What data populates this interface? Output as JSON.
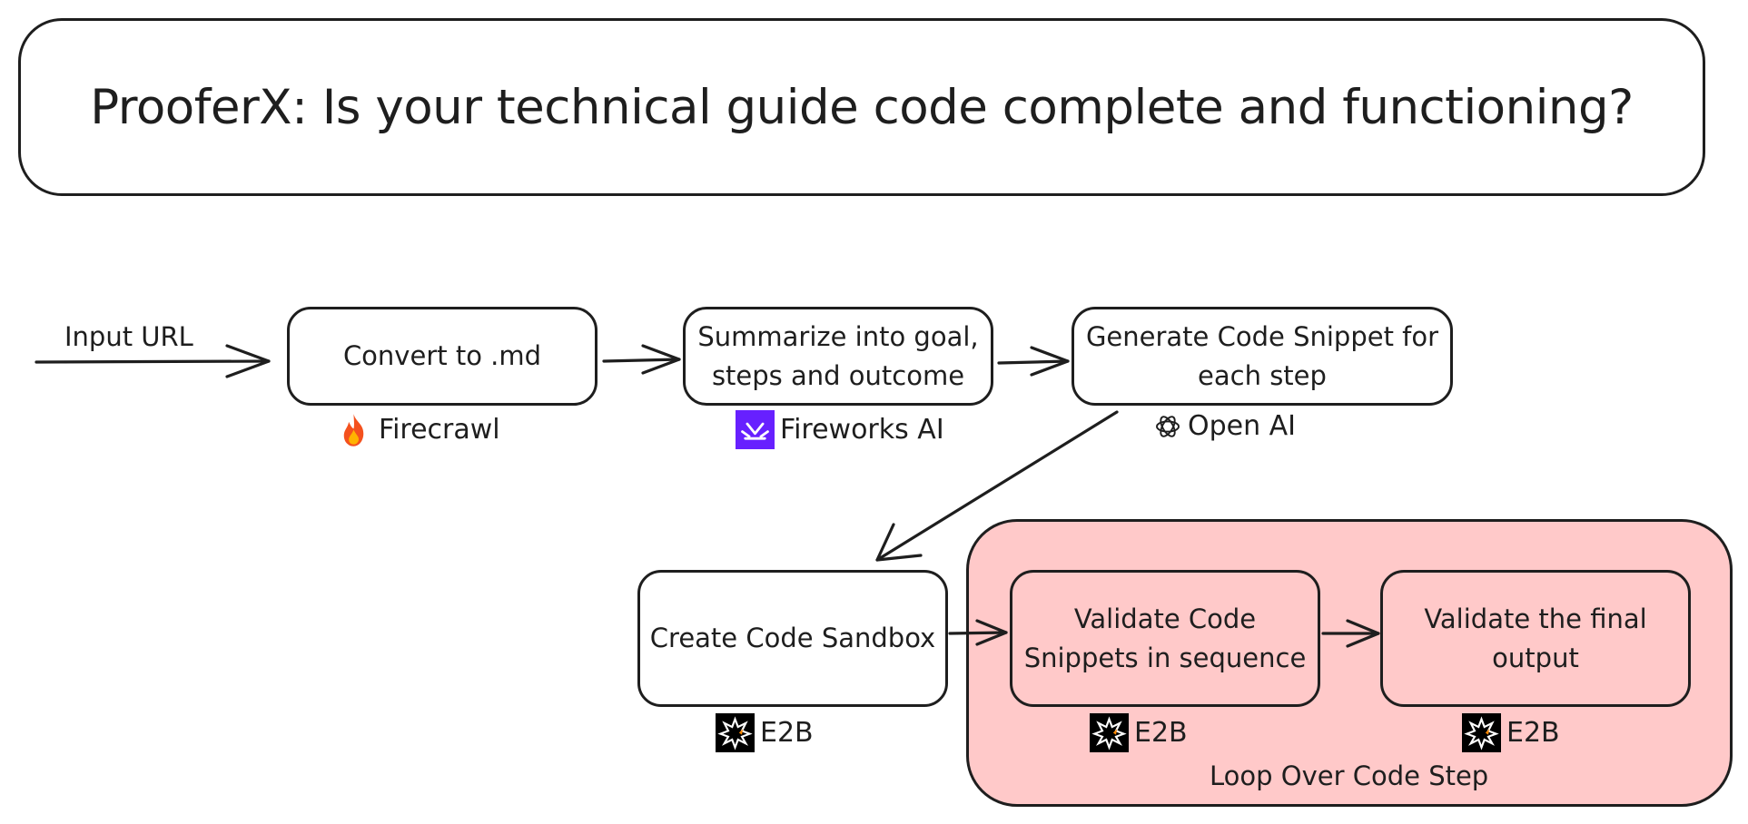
{
  "title": "ProoferX: Is your technical guide code complete and functioning?",
  "input_label": "Input URL",
  "steps": {
    "convert": "Convert to .md",
    "summarize": "Summarize into goal,\nsteps and outcome",
    "generate": "Generate Code Snippet for\neach step",
    "sandbox": "Create Code Sandbox",
    "validate_snippets": "Validate Code\nSnippets in sequence",
    "validate_output": "Validate the final\noutput"
  },
  "providers": {
    "firecrawl": {
      "label": "Firecrawl",
      "icon": "fire-icon"
    },
    "fireworks": {
      "label": "Fireworks AI",
      "icon": "fireworks-logo-icon",
      "color": "#6720ff"
    },
    "openai": {
      "label": "Open AI",
      "icon": "openai-logo-icon"
    },
    "e2b_sandbox": {
      "label": "E2B",
      "icon": "e2b-logo-icon"
    },
    "e2b_validate_snippets": {
      "label": "E2B",
      "icon": "e2b-logo-icon"
    },
    "e2b_validate_output": {
      "label": "E2B",
      "icon": "e2b-logo-icon"
    }
  },
  "loop_label": "Loop Over Code Step",
  "colors": {
    "loop_fill": "#ffc9c9",
    "stroke": "#1e1e1e"
  }
}
